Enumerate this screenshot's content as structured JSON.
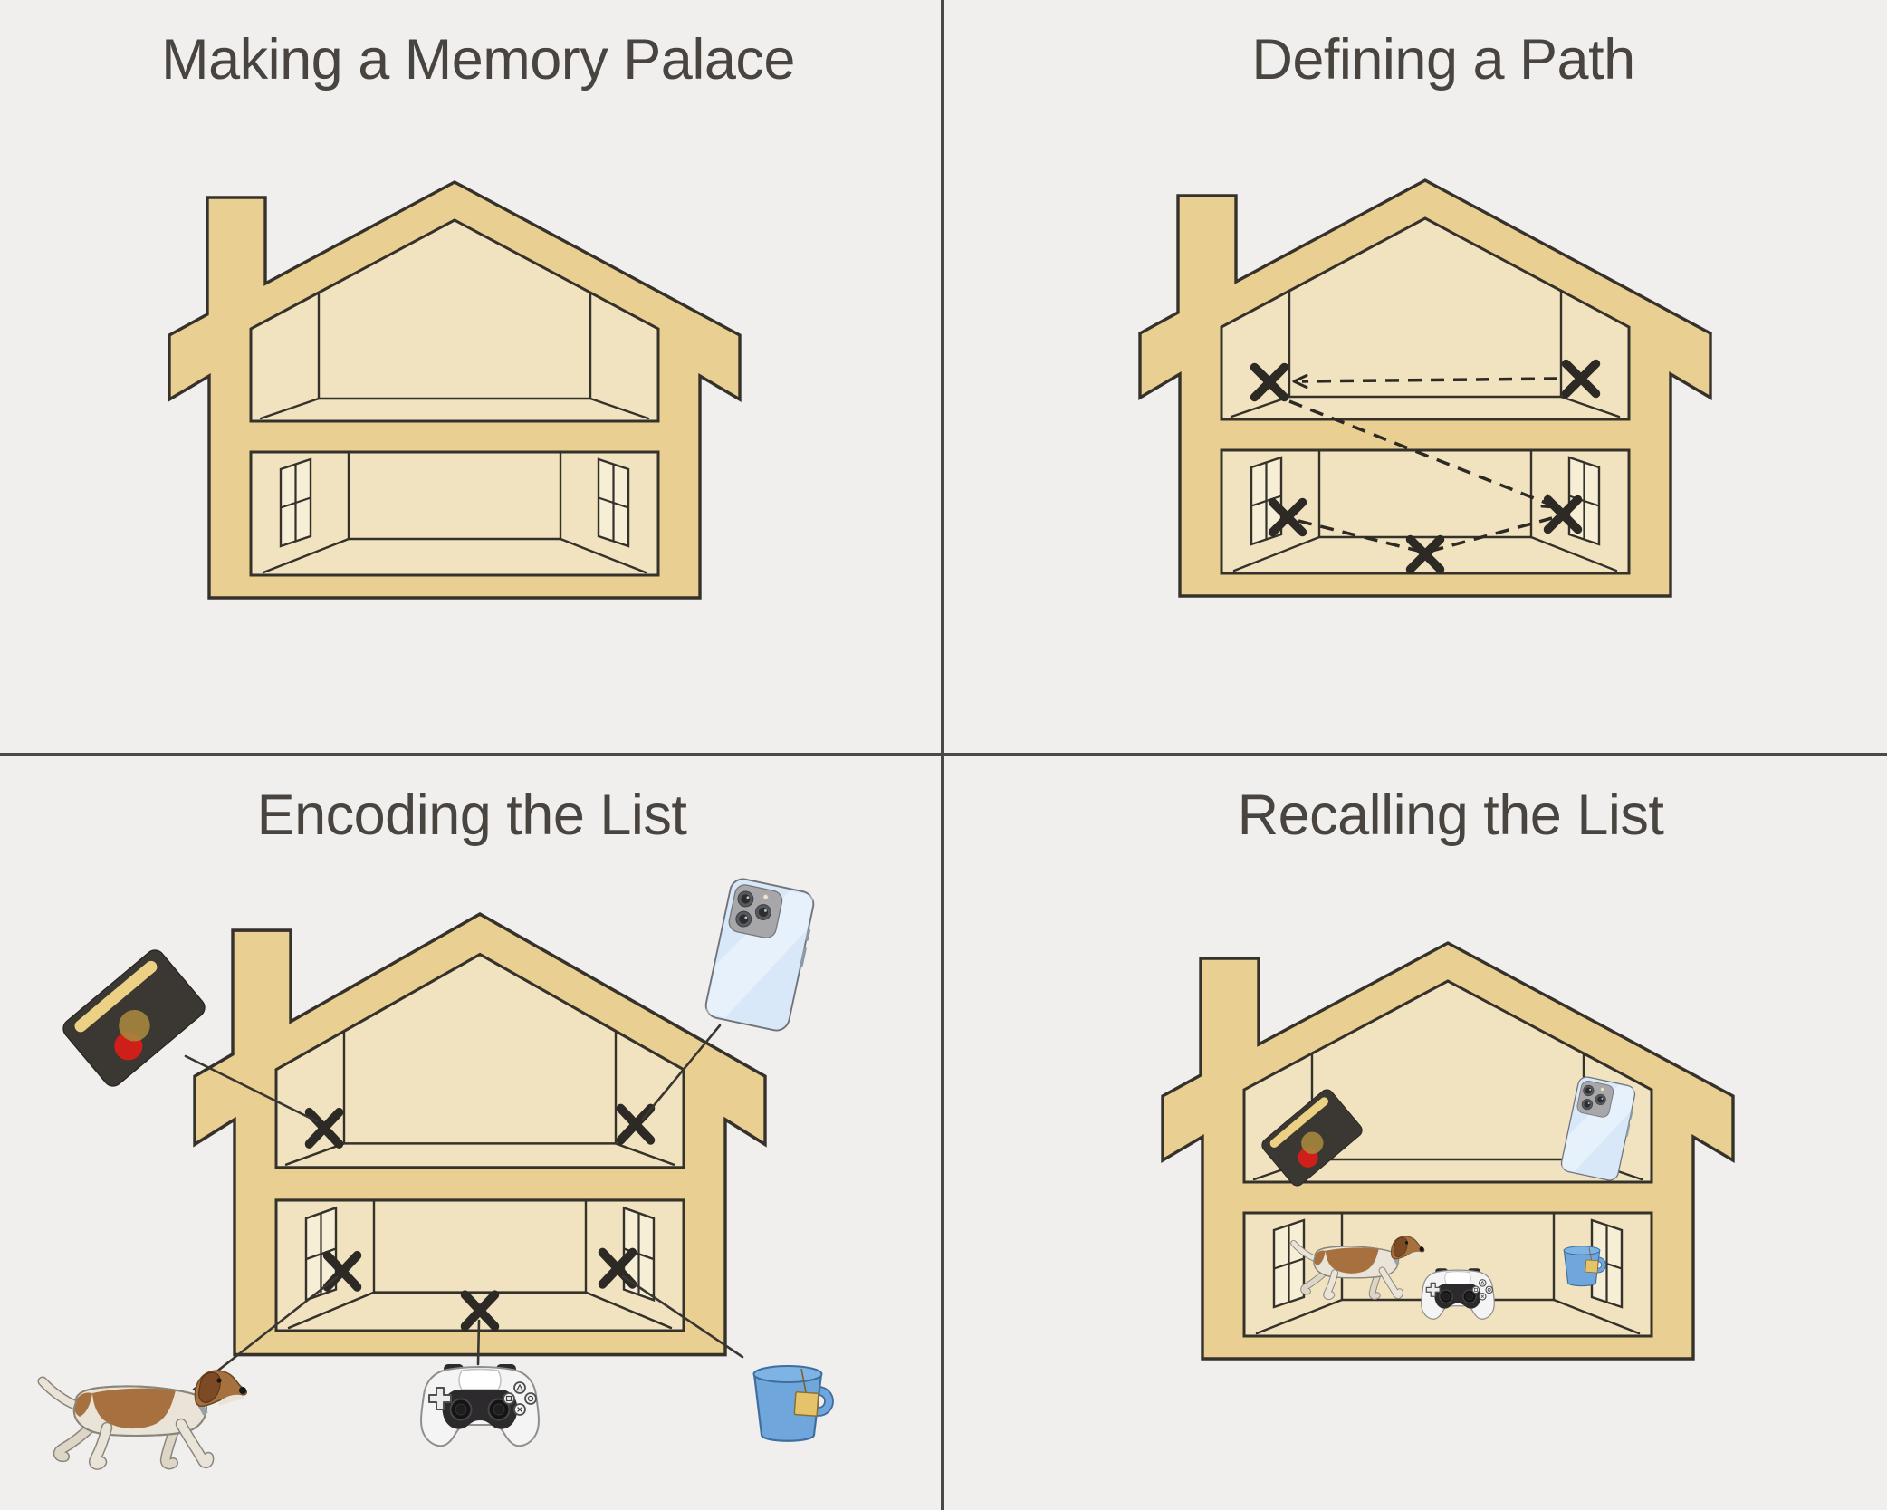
{
  "panels": [
    {
      "id": "making",
      "title": "Making a Memory Palace"
    },
    {
      "id": "path",
      "title": "Defining a Path"
    },
    {
      "id": "encoding",
      "title": "Encoding the List"
    },
    {
      "id": "recalling",
      "title": "Recalling the List"
    }
  ],
  "memory_items": [
    {
      "name": "credit-card",
      "location": "attic-left"
    },
    {
      "name": "smartphone",
      "location": "attic-right"
    },
    {
      "name": "dog",
      "location": "lower-left"
    },
    {
      "name": "game-controller",
      "location": "lower-center"
    },
    {
      "name": "mug",
      "location": "lower-right"
    }
  ],
  "colors": {
    "background": "#f0efed",
    "divider": "#4a4945",
    "title_text": "#49443f",
    "house_wall": "#e9cf92",
    "house_interior": "#f1e3bf",
    "window": "#f7eed6",
    "outline": "#35312b",
    "mark": "#2d2a26",
    "connector": "#3a3631",
    "card_body": "#3b3733",
    "card_stripe": "#ecd084",
    "card_circle_red": "#cf1f1a",
    "card_circle_gold": "#a8893c",
    "phone_body": "#d9e8f8",
    "phone_edge": "#70747a",
    "phone_camera": "#a7a7a9",
    "dog_coat": "#eae4d8",
    "dog_coat_far": "#ddd5c6",
    "dog_patch": "#a6713f",
    "dog_ear": "#7c4a24",
    "dog_outline": "#8a867c",
    "controller_body": "#f4f4f4",
    "controller_dark": "#2c2a2c",
    "mug_body": "#6fa7dc",
    "mug_rim": "#7db4e4",
    "mug_outline": "#3f6d9e",
    "mug_tag": "#e5c36a"
  }
}
